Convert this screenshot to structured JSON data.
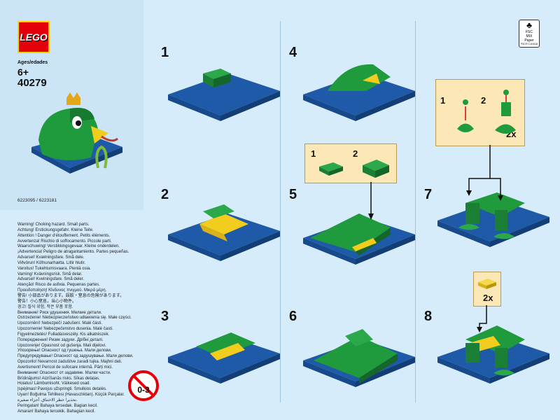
{
  "brand": {
    "logo_text": "LEGO",
    "colors": {
      "red": "#e3000b",
      "yellow": "#ffd500"
    }
  },
  "product": {
    "ages_label": "Ages/edades",
    "age": "6+",
    "set_number": "40279",
    "codes": "6223095 / 6223181"
  },
  "fsc": {
    "label": "FSC",
    "mix": "MIX",
    "paper": "Paper",
    "code": "FSC® C115118"
  },
  "warnings": [
    "Warning! Choking hazard. Small parts.",
    "Achtung! Erstickungsgefahr. Kleine Teile.",
    "Attention ! Danger d'étouffement. Petits éléments.",
    "Avvertenza! Rischio di soffocamento. Piccole parti.",
    "Waarschuwing! Verstikkingsgevaar. Kleine onderdelen.",
    "¡Advertencia! Peligro de atragantamiento. Partes pequeñas.",
    "Advarsel! Kvælningsfare. Små dele.",
    "Viðvörun! Köfnunarhætta. Litlir hlutir.",
    "Varoitus! Tukehtumisvaara. Pieniä osia.",
    "Varning! Kvävningsrisk. Små delar.",
    "Advarsel! Kvelningsfare. Små deler.",
    "Atenção! Risco de asfixia. Pequenas partes.",
    "Προειδοποίηση! Κίνδυνος πνιγμού. Μικρά μέρη.",
    "警告! 小部品があります。誤飲・窒息の危険があります。",
    "警告！小心窒息，当心小物件。",
    "경고! 질식 위험, 작은 부품 포함.",
    "Внимание! Риск удушения. Мелкие детали.",
    "Ostrzeżenie! Niebezpieczeństwo udławienia się. Małe części.",
    "Upozornění! Nebezpečí zadušení. Malé části.",
    "Upozornenie! Nebezpečenstvo dusenia. Malé časti.",
    "Figyelmeztetés! Fulladásveszély. Kis alkatrészek.",
    "Попередження! Ризик задухи. Дрібні деталі.",
    "Upozorenje! Opasnost od gušenja. Mali dijelovi.",
    "Упозорење! Опасност од гушења. Мали делови.",
    "Предупредување! Опасност од задушување. Мали делови.",
    "Opozorilo! Nevarnost zadušitve zaradi tujka. Majhni deli.",
    "Avertisment! Pericol de sufocare internă. Părți mici.",
    "Внимание! Опасност от задавяне. Малки части.",
    "Brīdinājums! Aizrīšanās risks. Sīkas detaļas.",
    "Hoiatus! Lämbumisoht. Väikesed osad.",
    "Įspėjimas! Pavojus užspringti. Smulkios detalės.",
    "Uyarı! Boğulma Tehlikesi (Havasızlıktan). Küçük Parçalar.",
    "تحذير! خطر الاختناق. أجزاء صغيرة.",
    "Peringatan! Bahaya tersedak. Bagian kecil.",
    "Amaran! Bahaya tercekik. Bahagian kecil."
  ],
  "age_warning_icon": {
    "label": "0-3"
  },
  "steps": [
    {
      "number": "1"
    },
    {
      "number": "2"
    },
    {
      "number": "3"
    },
    {
      "number": "4"
    },
    {
      "number": "5",
      "callout": {
        "sub_steps": [
          "1",
          "2"
        ]
      }
    },
    {
      "number": "6"
    },
    {
      "number": "7",
      "callout": {
        "sub_steps": [
          "1",
          "2"
        ],
        "multiplier": "2x"
      }
    },
    {
      "number": "8",
      "callout": {
        "multiplier": "2x"
      }
    }
  ],
  "colors": {
    "plate_blue": "#1f5aa8",
    "brick_green": "#1f9a3c",
    "brick_yellow": "#f2cd1d",
    "callout_bg": "#fbe8b6"
  }
}
